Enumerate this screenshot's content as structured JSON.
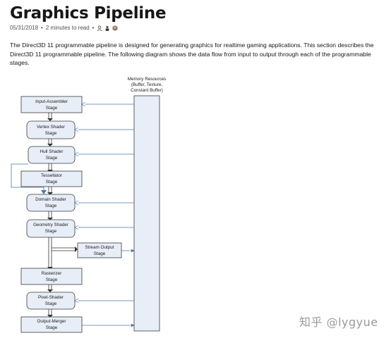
{
  "page": {
    "title": "Graphics Pipeline",
    "date": "05/31/2018",
    "separator": "•",
    "read_time": "2 minutes to read",
    "intro_1": "The Direct3D 11 programmable pipeline is designed for generating graphics for realtime gaming applications. This section describes the Direct3D 11 programmable pipeline. The following diagram shows the data flow from input to output through each of the programmable stages."
  },
  "diagram": {
    "memory_label_1": "Memory Resources",
    "memory_label_2": "(Buffer, Texture,",
    "memory_label_3": "Constant Buffer)",
    "stages": [
      {
        "line1": "Input-Assembler",
        "line2": "Stage",
        "shape": "rect"
      },
      {
        "line1": "Vertex Shader",
        "line2": "Stage",
        "shape": "rounded"
      },
      {
        "line1": "Hull Shader",
        "line2": "Stage",
        "shape": "rounded"
      },
      {
        "line1": "Tessellator",
        "line2": "Stage",
        "shape": "rect"
      },
      {
        "line1": "Domain Shader",
        "line2": "Stage",
        "shape": "rounded"
      },
      {
        "line1": "Geometry Shader",
        "line2": "Stage",
        "shape": "rounded"
      },
      {
        "line1": "Rasterizer",
        "line2": "Stage",
        "shape": "rect"
      },
      {
        "line1": "Pixel-Shader",
        "line2": "Stage",
        "shape": "rounded"
      },
      {
        "line1": "Output-Merger",
        "line2": "Stage",
        "shape": "rect"
      }
    ],
    "stream_output": {
      "line1": "Stream Output",
      "line2": "Stage"
    }
  },
  "watermark": "知乎 @lygyue",
  "colors": {
    "box_fill": "#e8eef8",
    "box_stroke": "#3a3a3a",
    "arrow": "#4a76b0",
    "flow": "#333333"
  }
}
